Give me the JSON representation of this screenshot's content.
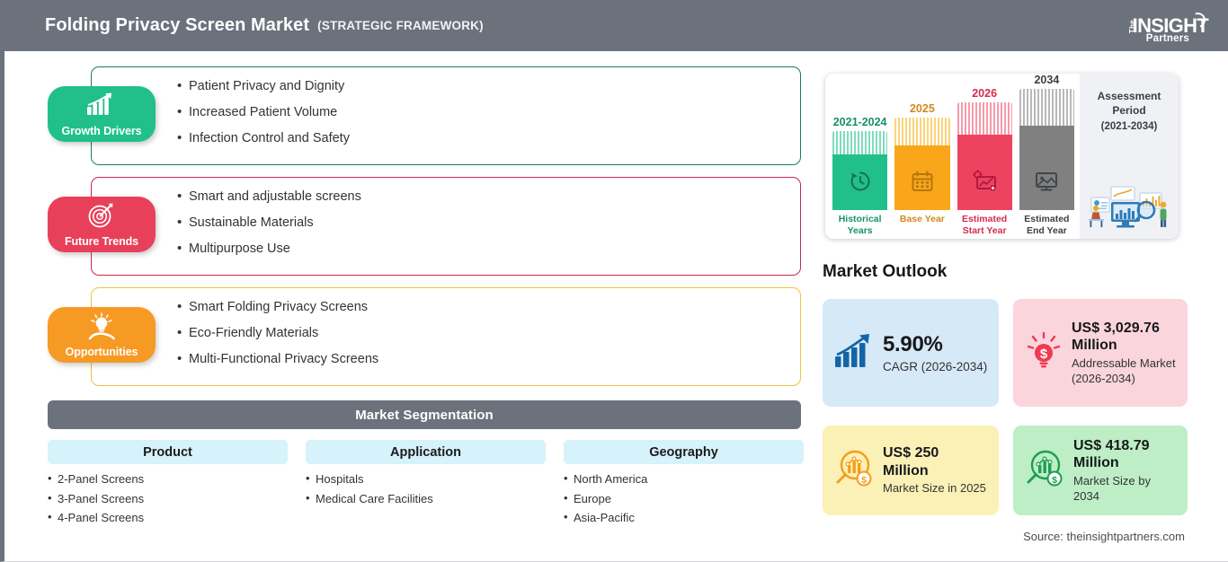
{
  "header": {
    "title": "Folding Privacy Screen Market",
    "subtitle": "(STRATEGIC FRAMEWORK)",
    "logo": {
      "the": "The",
      "main": "INSIGHT",
      "partners": "Partners"
    }
  },
  "drivers": [
    {
      "key": "growth",
      "badge_label": "Growth Drivers",
      "badge_color": "#21c08a",
      "border_color": "#1a7a6e",
      "icon": "bar-chart-arrow-up-icon",
      "items": [
        "Patient Privacy and Dignity",
        "Increased Patient Volume",
        "Infection Control and Safety"
      ]
    },
    {
      "key": "trends",
      "badge_label": "Future Trends",
      "badge_color": "#e8405a",
      "border_color": "#c62a4d",
      "icon": "target-dart-icon",
      "items": [
        "Smart and adjustable screens",
        "Sustainable Materials",
        "Multipurpose Use"
      ]
    },
    {
      "key": "opps",
      "badge_label": "Opportunities",
      "badge_color": "#f79a24",
      "border_color": "#f2c23d",
      "icon": "lightbulb-hand-icon",
      "items": [
        "Smart Folding Privacy Screens",
        "Eco-Friendly Materials",
        "Multi-Functional Privacy Screens"
      ]
    }
  ],
  "segmentation": {
    "title": "Market Segmentation",
    "columns": [
      {
        "name": "Product",
        "items": [
          "2-Panel Screens",
          "3-Panel Screens",
          "4-Panel Screens"
        ]
      },
      {
        "name": "Application",
        "items": [
          "Hospitals",
          "Medical Care Facilities"
        ]
      },
      {
        "name": "Geography",
        "items": [
          "North America",
          "Europe",
          "Asia-Pacific"
        ]
      }
    ]
  },
  "timeline": {
    "bars": [
      {
        "year": "2021-2024",
        "caption": "Historical Years",
        "color": "#21c08a",
        "stripe": "#7fdcbd",
        "text_color": "#17906a",
        "height": 88,
        "icon": "clock-history-icon"
      },
      {
        "year": "2025",
        "caption": "Base Year",
        "color": "#f9a61a",
        "stripe": "#fcd37a",
        "text_color": "#d4881a",
        "height": 103,
        "icon": "calendar-icon"
      },
      {
        "year": "2026",
        "caption": "Estimated Start Year",
        "color": "#ee4360",
        "stripe": "#f79aaa",
        "text_color": "#d62b4d",
        "height": 120,
        "icon": "chart-gear-icon"
      },
      {
        "year": "2034",
        "caption": "Estimated End Year",
        "color": "#808080",
        "stripe": "#b8b8b8",
        "text_color": "#3b3f46",
        "height": 136,
        "icon": "image-chart-icon"
      }
    ],
    "assessment_title": "Assessment Period",
    "assessment_range": "(2021-2034)",
    "assessment_art": "business-analytics-illustration"
  },
  "outlook": {
    "title": "Market Outlook",
    "cards": [
      {
        "value": "5.90%",
        "label": "CAGR (2026-2034)",
        "bg": "#d6e9f7",
        "icon": "bar-chart-arrow-icon",
        "icon_color": "#1565a6"
      },
      {
        "value": "US$ 3,029.76 Million",
        "label": "Addressable Market (2026-2034)",
        "bg": "#fad5dc",
        "icon": "lightbulb-dollar-icon",
        "icon_color": "#ee3a52"
      },
      {
        "value": "US$ 250 Million",
        "label": "Market Size in 2025",
        "bg": "#fbf1b6",
        "icon": "magnifier-chart-dollar-icon",
        "icon_color": "#f59d1c"
      },
      {
        "value": "US$ 418.79 Million",
        "label": "Market Size by 2034",
        "bg": "#bdeec6",
        "icon": "magnifier-chart-dollar-icon",
        "icon_color": "#1f9d52"
      }
    ]
  },
  "source": "Source: theinsightpartners.com"
}
